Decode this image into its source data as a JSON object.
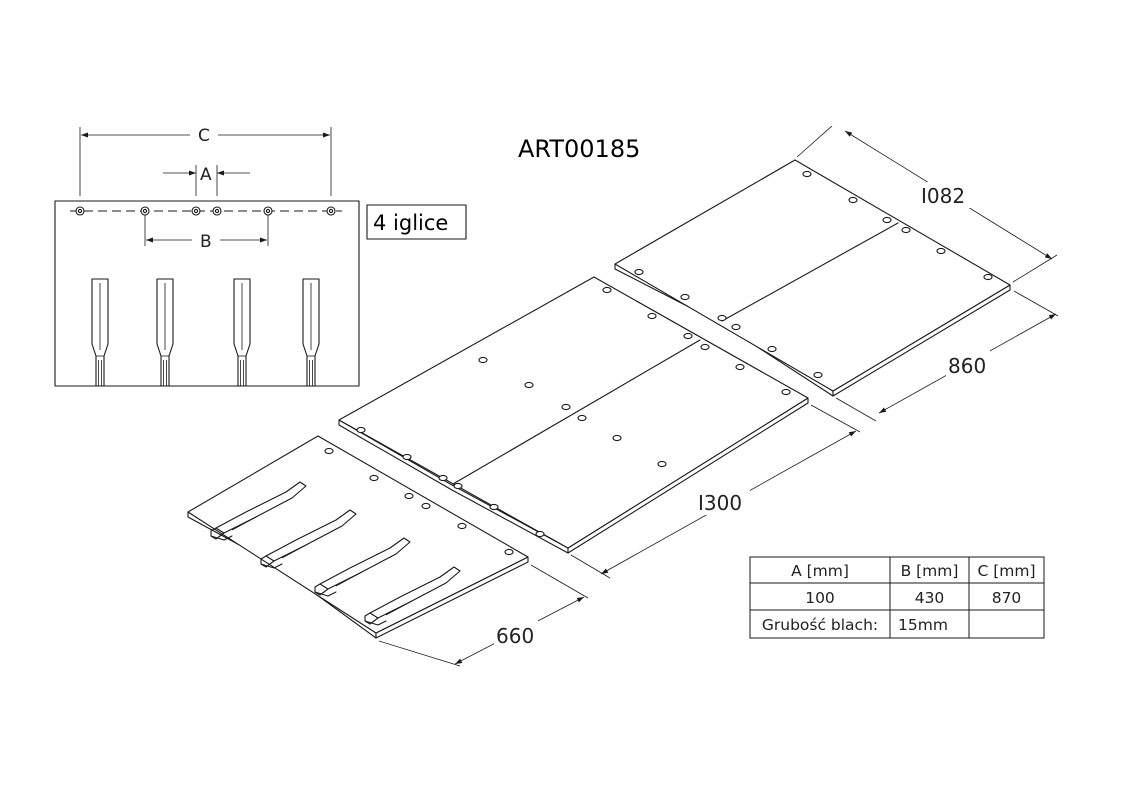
{
  "title": "ART00185",
  "note": "4 iglice",
  "detail_dimensions": {
    "c": "C",
    "a": "A",
    "b": "B"
  },
  "iso_dimensions": {
    "width_top": "I082",
    "depth_top": "860",
    "length_middle": "I300",
    "length_front": "660"
  },
  "table": {
    "header": [
      "A [mm]",
      "B [mm]",
      "C [mm]"
    ],
    "values": [
      "100",
      "430",
      "870"
    ],
    "thickness_label": "Grubość blach:",
    "thickness_value": "15mm",
    "empty_cell": ""
  }
}
